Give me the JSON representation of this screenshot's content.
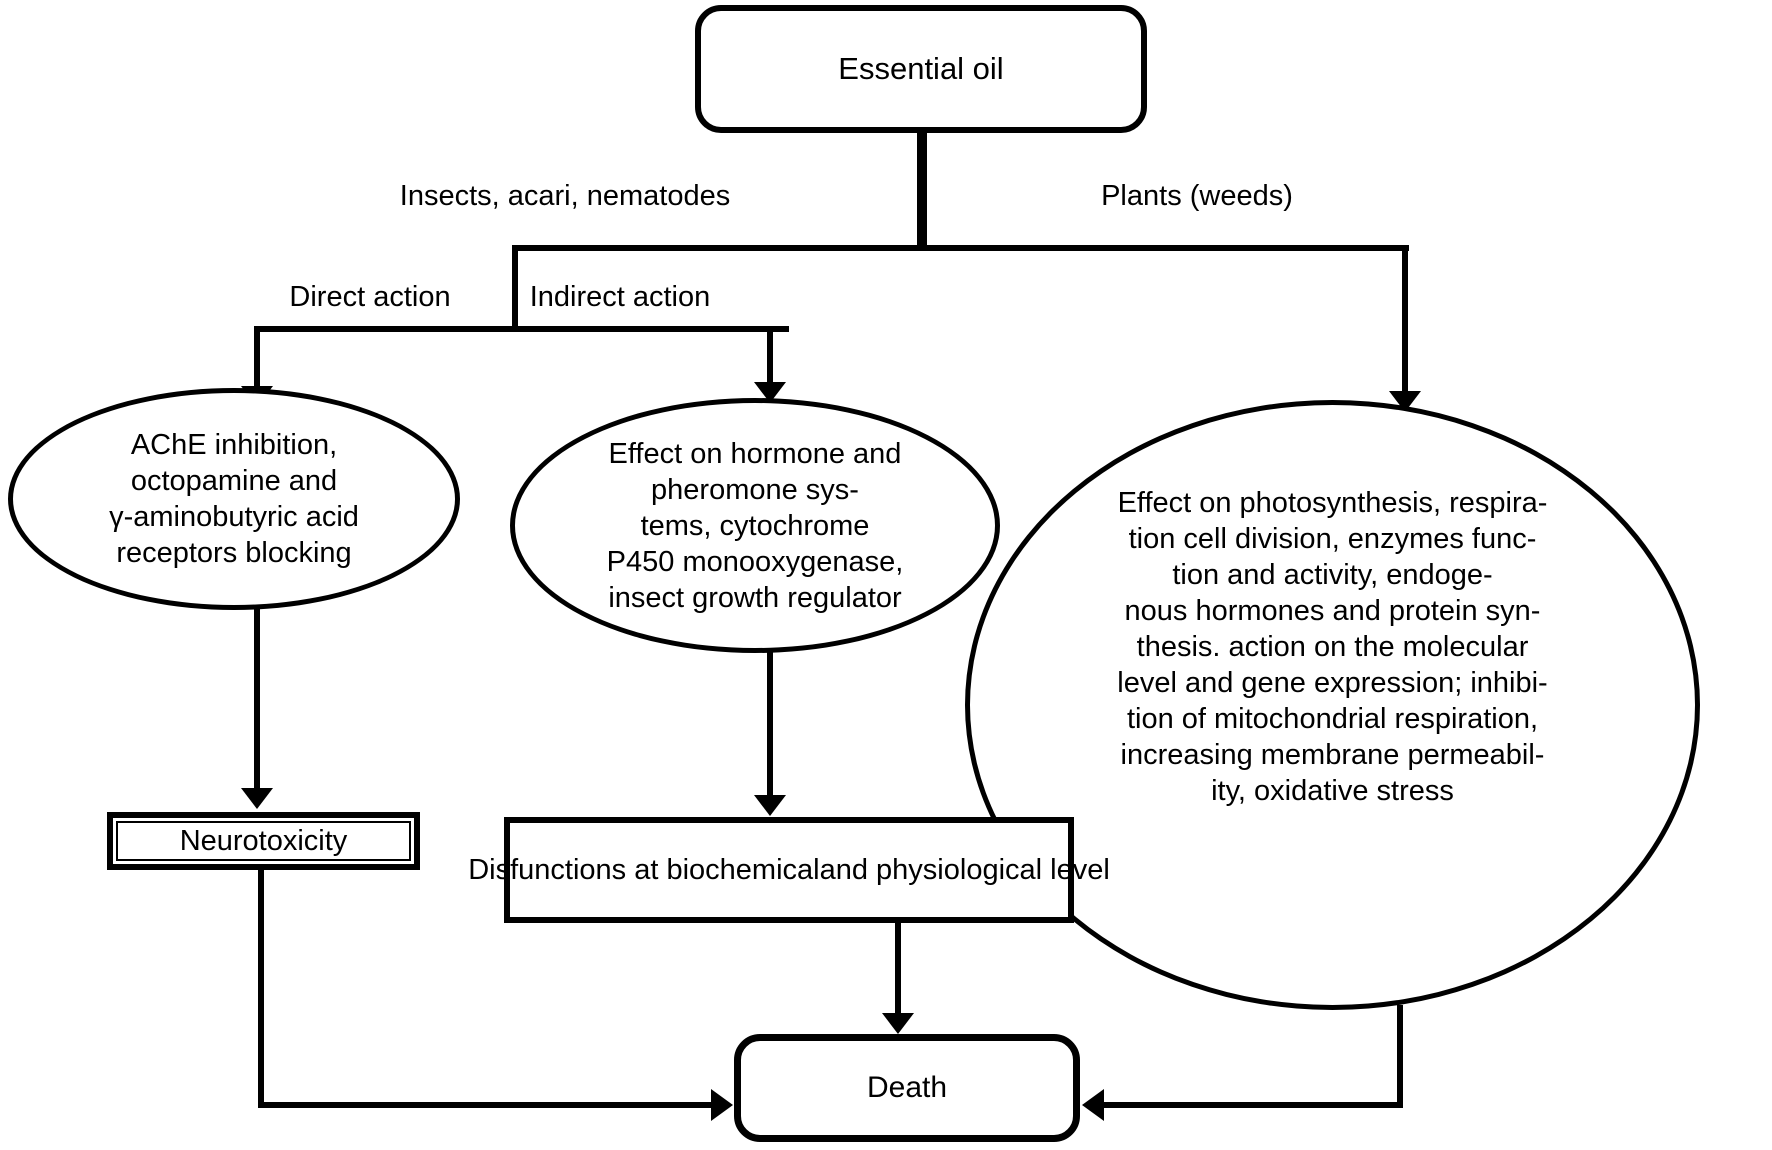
{
  "diagram": {
    "title_node": {
      "label": "Essential oil"
    },
    "branch_labels": {
      "insects": "Insects, acari, nematodes",
      "plants": "Plants (weeds)",
      "direct": "Direct action",
      "indirect": "Indirect action"
    },
    "nodes": {
      "ache": {
        "lines": [
          "AChE inhibition,",
          "octopamine and",
          "γ-aminobutyric acid",
          "receptors blocking"
        ]
      },
      "hormone": {
        "lines": [
          "Effect on hormone and",
          "pheromone sys-",
          "tems, cytochrome",
          "P450 monooxygenase,",
          "insect growth regulator"
        ]
      },
      "plants_effect": {
        "lines": [
          "Effect on photosynthesis, respira-",
          "tion cell division, enzymes func-",
          "tion and activity, endoge-",
          "nous hormones and protein syn-",
          "thesis. action on the molecular",
          "level and gene expression; inhibi-",
          "tion of mitochondrial respiration,",
          "increasing membrane permeabil-",
          "ity, oxidative stress"
        ]
      },
      "neurotoxicity": {
        "label": "Neurotoxicity"
      },
      "disfunctions": {
        "lines": [
          "Disfunctions at biochemical",
          "and physiological level"
        ]
      },
      "death": {
        "label": "Death"
      }
    },
    "colors": {
      "line": "#000000",
      "background": "#ffffff",
      "text": "#000000"
    }
  }
}
